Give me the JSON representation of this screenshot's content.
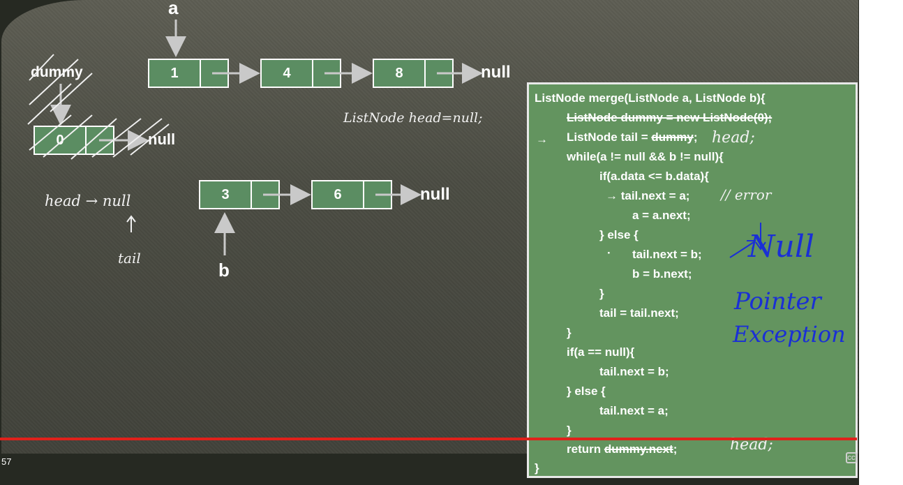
{
  "slide": {
    "labels": {
      "a": "a",
      "b": "b",
      "dummy": "dummy"
    },
    "list_a": [
      "1",
      "4",
      "8"
    ],
    "list_a_end": "null",
    "dummy_node": "0",
    "dummy_end": "null",
    "list_b": [
      "3",
      "6"
    ],
    "list_b_end": "null"
  },
  "annotations": {
    "listnode_head": "ListNode head=null;",
    "head_null": "head → null",
    "tail": "tail",
    "head_inline": "head;",
    "error": "// error",
    "null_word": "Null",
    "pointer": "Pointer",
    "exception": "Exception",
    "head_return": "head;"
  },
  "code": {
    "line1": "ListNode merge(ListNode a, ListNode b){",
    "line2": "ListNode dummy = new ListNode(0);",
    "line3_arrow": "→",
    "line3a": "ListNode tail = ",
    "line3b": "dummy",
    "line3c": ";",
    "line4": "while(a != null && b != null){",
    "line5": "if(a.data <= b.data){",
    "line6": "→ tail.next = a;",
    "line7": "a = a.next;",
    "line8": "} else {",
    "line9_dot": "·",
    "line9": "tail.next = b;",
    "line10": "b = b.next;",
    "line11": "}",
    "line12": "tail = tail.next;",
    "line13": "}",
    "line14": "if(a == null){",
    "line15": "tail.next = b;",
    "line16": "} else {",
    "line17": "tail.next = a;",
    "line18": "}",
    "line19a": "return ",
    "line19b": "dummy.next",
    "line19c": ";",
    "line20": "}"
  },
  "player": {
    "time": "57",
    "cc_icon": "CC"
  },
  "colors": {
    "node_fill": "#5b8d62",
    "code_bg": "#63945f",
    "ink": "#1a2fd6",
    "progress": "#e0211b"
  }
}
